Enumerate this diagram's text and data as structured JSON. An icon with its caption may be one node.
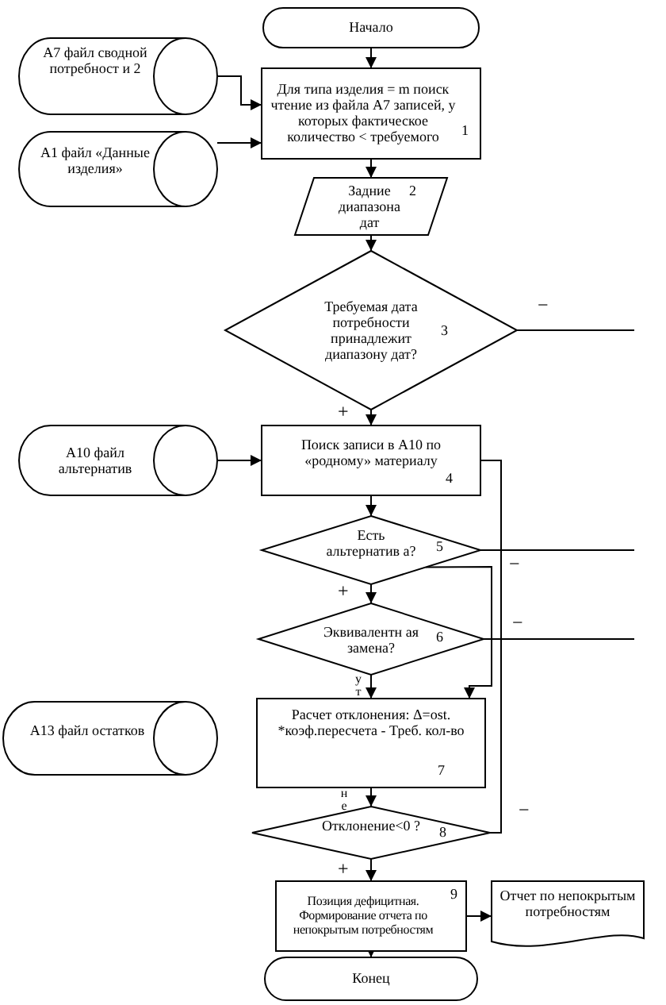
{
  "diagram": {
    "nodes": [
      {
        "text": [
          "Начало"
        ]
      },
      {
        "text": [
          "А7 файл сводной потребност и 2"
        ]
      },
      {
        "text": [
          "Для типа изделия = m поиск чтение из файла А7 записей, у которых фактическое количество < требуемого",
          "1"
        ]
      },
      {
        "text": [
          "А1 файл «Данные изделия»"
        ]
      },
      {
        "text": [
          "Задние диапазона дат",
          "2"
        ]
      },
      {
        "text": [
          "Требуемая дата потребности принадлежит диапазону дат?",
          "3"
        ]
      },
      {
        "text": [
          "А10 файл альтернатив"
        ]
      },
      {
        "text": [
          "Поиск записи в А10 по «родному» материалу",
          "4"
        ]
      },
      {
        "text": [
          "Есть альтернатив а?",
          "5"
        ]
      },
      {
        "text": [
          "Эквивалентн ая замена?",
          "6"
        ]
      },
      {
        "text": [
          "А13 файл остатков"
        ]
      },
      {
        "text": [
          "Расчет отклонения: Δ=ost. *коэф.пересчета - Треб. кол-во",
          "7"
        ]
      },
      {
        "text": [
          "Отклонение<0 ?",
          "8"
        ]
      },
      {
        "text": [
          "Позиция дефицитная. Формирование отчета по непокрытым потребностям",
          "9"
        ]
      },
      {
        "text": [
          "Отчет по непокрытым потребностям"
        ]
      },
      {
        "text": [
          "Конец"
        ]
      }
    ],
    "edges": [
      {
        "from": 0,
        "to": 2,
        "arrow": "to"
      },
      {
        "from": 1,
        "to": 2,
        "arrow": "to"
      },
      {
        "from": 3,
        "to": 2,
        "arrow": "to"
      },
      {
        "from": 2,
        "to": 4,
        "arrow": "to"
      },
      {
        "from": 4,
        "to": 5,
        "arrow": "to"
      },
      {
        "from": 5,
        "to": 7,
        "arrow": "to",
        "label": "+"
      },
      {
        "from": 5,
        "to": null,
        "arrow": "none",
        "label": "−"
      },
      {
        "from": 6,
        "to": 7,
        "arrow": "to"
      },
      {
        "from": 7,
        "to": 8,
        "arrow": "to"
      },
      {
        "from": 8,
        "to": 9,
        "arrow": "to",
        "label": "+"
      },
      {
        "from": 8,
        "to": null,
        "arrow": "none",
        "label": "−"
      },
      {
        "from": 9,
        "to": 11,
        "arrow": "to"
      },
      {
        "from": 9,
        "to": null,
        "arrow": "none",
        "label": "−"
      },
      {
        "from": 8,
        "to": 11,
        "arrow": "to"
      },
      {
        "from": 12,
        "to": 7,
        "arrow": "none",
        "label": "−"
      },
      {
        "from": 11,
        "to": 12,
        "arrow": "to"
      },
      {
        "from": 12,
        "to": 13,
        "arrow": "to",
        "label": "+"
      },
      {
        "from": 13,
        "to": 14,
        "arrow": "to"
      },
      {
        "from": 13,
        "to": 15,
        "arrow": "to"
      }
    ],
    "labels": [
      "у т",
      "н е"
    ]
  }
}
